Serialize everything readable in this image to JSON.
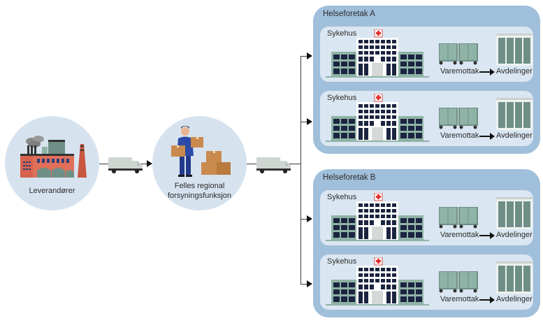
{
  "diagram": {
    "supplier": {
      "label": "Leverandører",
      "icon": "factory-icon"
    },
    "regional": {
      "label_line1": "Felles regional",
      "label_line2": "forsyningsfunksjon",
      "icon": "warehouse-worker-icon"
    },
    "transport_icon": "truck-icon",
    "organizations": [
      {
        "title": "Helseforetak A",
        "hospitals": [
          {
            "label": "Sykehus",
            "receiving": "Varemottak",
            "departments": "Avdelinger"
          },
          {
            "label": "Sykehus",
            "receiving": "Varemottak",
            "departments": "Avdelinger"
          }
        ]
      },
      {
        "title": "Helseforetak B",
        "hospitals": [
          {
            "label": "Sykehus",
            "receiving": "Varemottak",
            "departments": "Avdelinger"
          },
          {
            "label": "Sykehus",
            "receiving": "Varemottak",
            "departments": "Avdelinger"
          }
        ]
      }
    ],
    "colors": {
      "circle_bg": "#d6e3ef",
      "org_bg": "#a0bfda",
      "hospital_bg": "#dae6f1",
      "factory": "#e0705a",
      "box": "#c98a4e",
      "cabinet": "#8fb3a6",
      "red_cross": "#e0302a"
    }
  }
}
